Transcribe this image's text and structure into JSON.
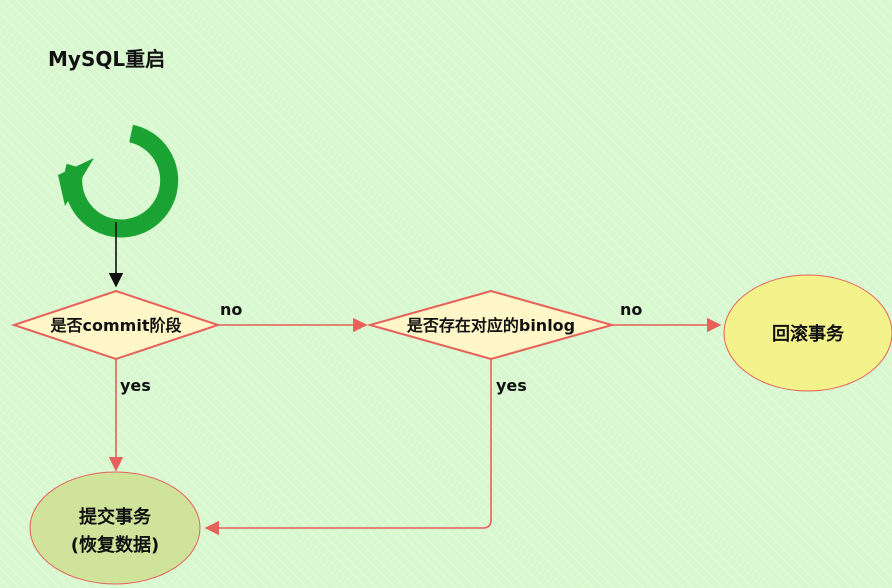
{
  "title": "MySQL重启",
  "nodes": {
    "restart_icon": "refresh-icon",
    "decision_commit": "是否commit阶段",
    "decision_binlog": "是否存在对应的binlog",
    "rollback": "回滚事务",
    "commit_line1": "提交事务",
    "commit_line2": "(恢复数据)"
  },
  "edges": {
    "commit_no": "no",
    "binlog_no": "no",
    "commit_yes": "yes",
    "binlog_yes": "yes"
  },
  "colors": {
    "background": "#d8f8d0",
    "icon_green": "#1aa332",
    "arrow_red": "#e8605a",
    "decision_fill": "#fff7c8",
    "rollback_fill": "#f4f28a",
    "commit_fill": "#cfe39b"
  }
}
